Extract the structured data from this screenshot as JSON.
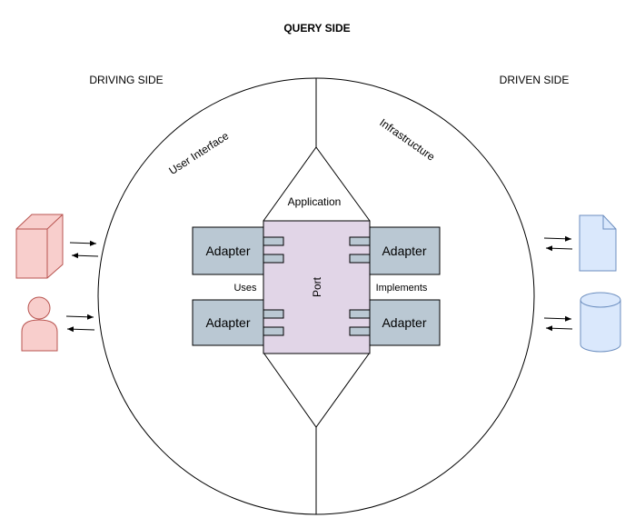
{
  "title": "QUERY SIDE",
  "regions": {
    "driving_side": "DRIVING SIDE",
    "driven_side": "DRIVEN SIDE"
  },
  "ring_labels": {
    "user_interface": "User Interface",
    "infrastructure": "Infrastructure"
  },
  "core": {
    "application": "Application",
    "port": "Port"
  },
  "adapters": {
    "left_top": "Adapter",
    "left_bottom": "Adapter",
    "right_top": "Adapter",
    "right_bottom": "Adapter"
  },
  "relations": {
    "uses": "Uses",
    "implements": "Implements"
  },
  "actors": {
    "left": [
      "cube-icon",
      "user-icon"
    ],
    "right": [
      "document-icon",
      "database-icon"
    ]
  },
  "colors": {
    "port_fill": "#e1d5e7",
    "adapter_fill": "#bac8d3",
    "actor_left_fill": "#f8cecc",
    "actor_left_stroke": "#b85450",
    "actor_right_fill": "#dae8fc",
    "actor_right_stroke": "#6c8ebf"
  }
}
